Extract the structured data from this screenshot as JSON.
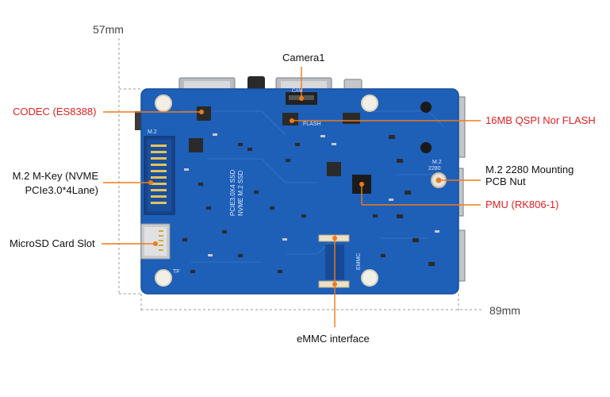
{
  "dimensions": {
    "height": "57mm",
    "width": "89mm"
  },
  "labels": {
    "codec": "CODEC (ES8388)",
    "m2_mkey_line1": "M.2 M-Key (NVME",
    "m2_mkey_line2": "PCIe3.0*4Lane)",
    "microsd": "MicroSD Card Slot",
    "camera": "Camera1",
    "flash": "16MB QSPI Nor FLASH",
    "mounting_line1": "M.2 2280 Mounting",
    "mounting_line2": "PCB Nut",
    "pmu": "PMU (RK806-1)",
    "emmc": "eMMC interface"
  },
  "board_silk": {
    "pcie": "PCIE3.0X4 SSD",
    "nvme": "NVME M.2 SSD",
    "flash": "FLASH",
    "m2": "M.2",
    "m2_2280": "2280",
    "m2_top": "M.2",
    "emmc": "EMMC",
    "tf": "TF",
    "cam": "CAM"
  },
  "colors": {
    "board": "#1e5fb8",
    "accent_line": "#f07a1a",
    "label_red": "#e02020",
    "dim_line": "#9a9a9a"
  }
}
